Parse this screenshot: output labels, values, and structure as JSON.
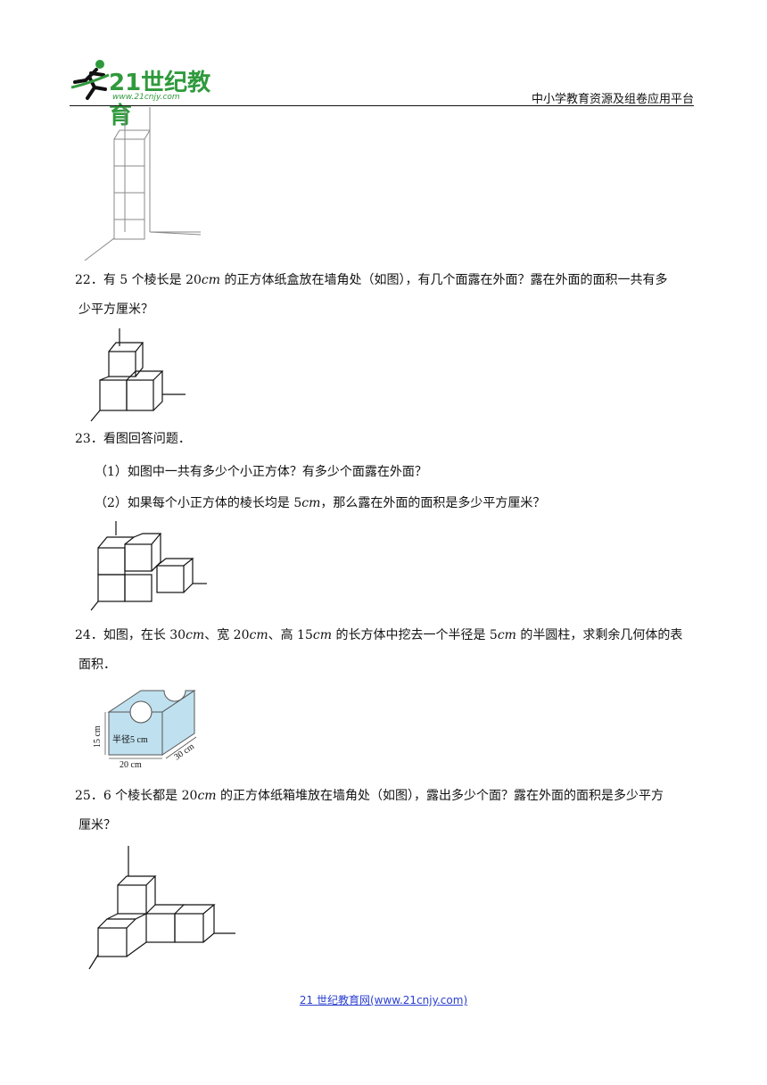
{
  "header": {
    "logo_brand": "21世纪教育",
    "logo_url": "www.21cnjy.com",
    "platform": "中小学教育资源及组卷应用平台"
  },
  "questions": [
    {
      "number": "22．",
      "line1_a": "有 5 个棱长是 20",
      "line1_unit": "cm",
      "line1_b": " 的正方体纸盒放在墙角处（如图），有几个面露在外面？露在外面的面积一共有多",
      "line2": "少平方厘米？"
    },
    {
      "number": "23．",
      "line1": "看图回答问题．",
      "sub1": "（1）如图中一共有多少个小正方体？有多少个面露在外面？",
      "sub2_a": "（2）如果每个小正方体的棱长均是 5",
      "sub2_unit": "cm",
      "sub2_b": "，那么露在外面的面积是多少平方厘米？"
    },
    {
      "number": "24．",
      "line1_a": "如图，在长 30",
      "line1_u1": "cm",
      "line1_b": "、宽 20",
      "line1_u2": "cm",
      "line1_c": "、高 15",
      "line1_u3": "cm",
      "line1_d": " 的长方体中挖去一个半径是 5",
      "line1_u4": "cm",
      "line1_e": " 的半圆柱，求剩余几何体的表",
      "line2": "面积．",
      "fig_label_height": "15 cm",
      "fig_label_radius": "半径5 cm",
      "fig_label_width": "20 cm",
      "fig_label_length": "30 cm"
    },
    {
      "number": "25．",
      "line1_a": "6 个棱长都是 20",
      "line1_unit": "cm",
      "line1_b": " 的正方体纸箱堆放在墙角处（如图），露出多少个面？露在外面的面积是多少平方",
      "line2": "厘米？"
    }
  ],
  "footer": {
    "link": "21 世纪教育网(www.21cnjy.com)"
  },
  "colors": {
    "brand_green": "#2f9a3c",
    "link_blue": "#2a3fd0",
    "solid_fill": "#bfe0ef"
  }
}
